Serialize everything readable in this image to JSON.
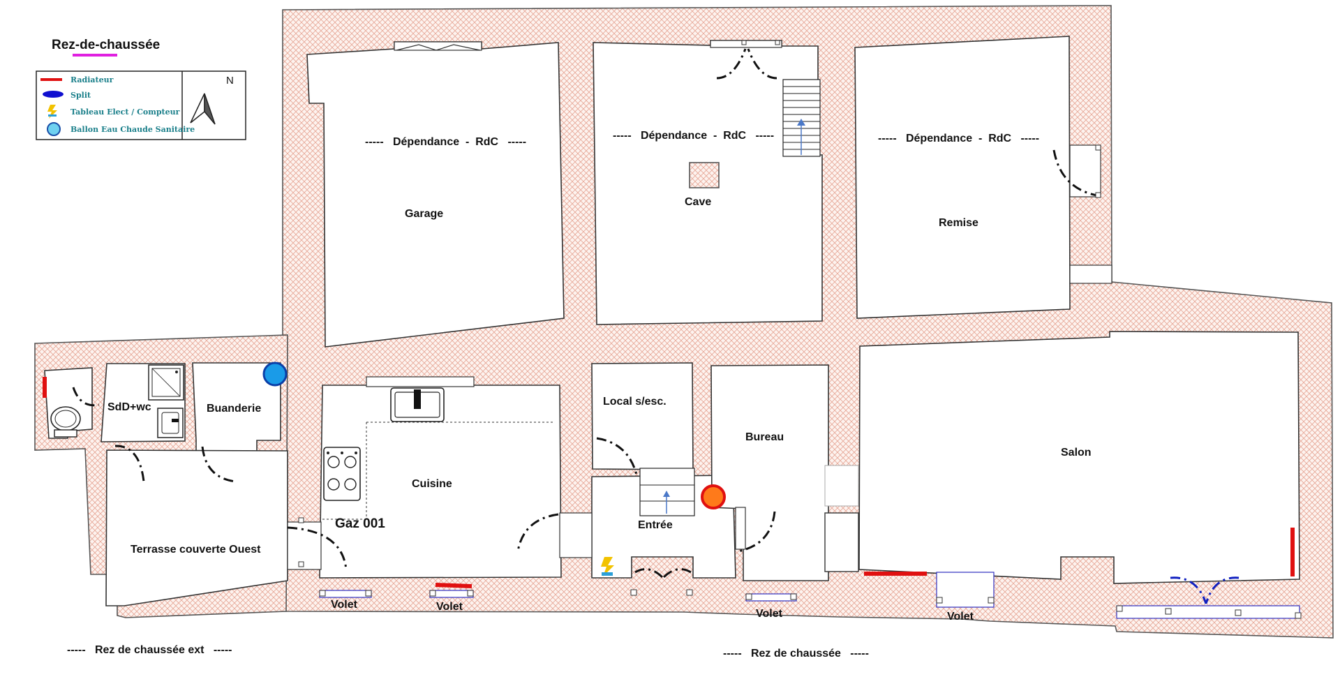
{
  "title": "Rez-de-chaussée",
  "colors": {
    "wall_hatch": "#e8a898",
    "title_underline": "#e020e0",
    "radiator": "#e01010",
    "split": "#1010d0",
    "boiler_blue": "#1a9be8",
    "boiler_orange": "#ff7a1a"
  },
  "legend": {
    "items": [
      {
        "icon": "radiator-icon",
        "label": "Radiateur"
      },
      {
        "icon": "split-icon",
        "label": "Split"
      },
      {
        "icon": "electric-panel-icon",
        "label": "Tableau Elect / Compteur"
      },
      {
        "icon": "water-heater-icon",
        "label": "Ballon Eau Chaude Sanitaire"
      }
    ],
    "north_label": "N"
  },
  "rooms": {
    "garage_zone": "-----   Dépendance  -  RdC   -----",
    "garage": "Garage",
    "cave_zone": "-----   Dépendance  -  RdC   -----",
    "cave": "Cave",
    "remise_zone": "-----   Dépendance  -  RdC   -----",
    "remise": "Remise",
    "sdd": "SdD+wc",
    "buanderie": "Buanderie",
    "cuisine": "Cuisine",
    "gaz": "Gaz 001",
    "local": "Local s/esc.",
    "bureau": "Bureau",
    "salon": "Salon",
    "entree": "Entrée",
    "terrasse": "Terrasse couverte Ouest"
  },
  "volets": [
    "Volet",
    "Volet",
    "Volet",
    "Volet"
  ],
  "footer": {
    "ext": "-----   Rez de chaussée ext   -----",
    "main": "-----   Rez de chaussée   -----"
  }
}
